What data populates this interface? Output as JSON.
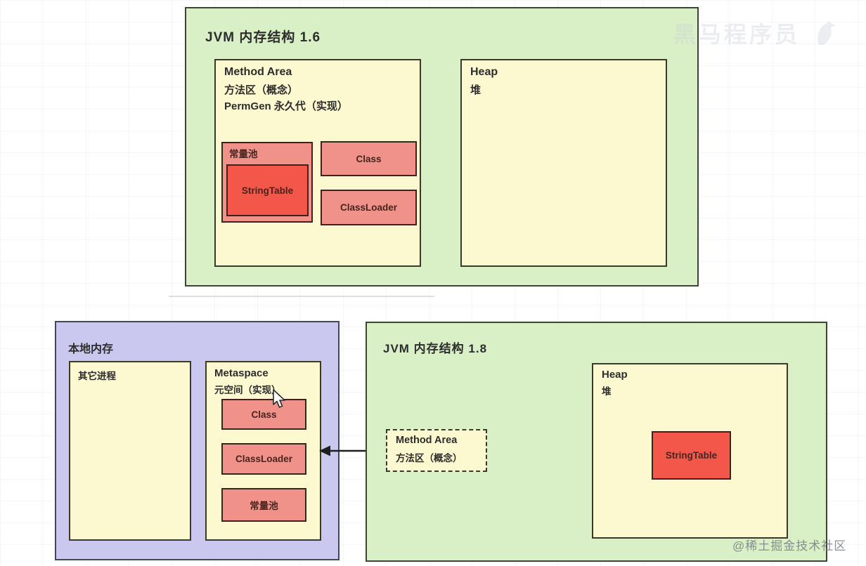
{
  "page": {
    "watermark_top": "黑马程序员",
    "watermark_bottom": "@稀土掘金技术社区"
  },
  "colors": {
    "panel_green": "#d9efc6",
    "panel_yellow": "#fcf8d0",
    "panel_purple": "#cac8ee",
    "box_pink": "#f0918a",
    "box_red": "#f25749",
    "border_dark": "#3c2420"
  },
  "jvm16": {
    "title": "JVM 内存结构 1.6",
    "method_area": {
      "line1": "Method Area",
      "line2": "方法区（概念）",
      "line3": "PermGen 永久代（实现）",
      "const_pool": {
        "label": "常量池",
        "string_table": "StringTable"
      },
      "class_box": "Class",
      "classloader_box": "ClassLoader"
    },
    "heap": {
      "line1": "Heap",
      "line2": "堆"
    }
  },
  "native_memory": {
    "title": "本地内存",
    "other_process": "其它进程",
    "metaspace": {
      "line1": "Metaspace",
      "line2": "元空间（实现）",
      "class_box": "Class",
      "classloader_box": "ClassLoader",
      "const_pool": "常量池"
    }
  },
  "jvm18": {
    "title": "JVM 内存结构 1.8",
    "method_area": {
      "line1": "Method Area",
      "line2": "方法区（概念）"
    },
    "heap": {
      "line1": "Heap",
      "line2": "堆",
      "string_table": "StringTable"
    }
  }
}
